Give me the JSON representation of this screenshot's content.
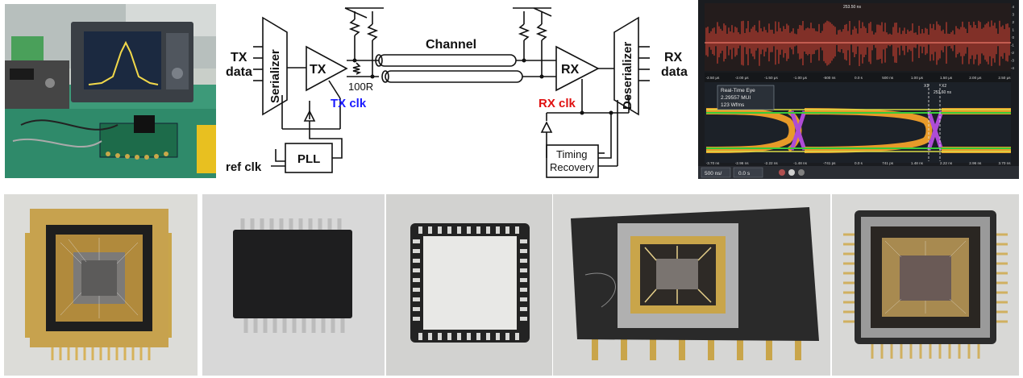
{
  "diagram": {
    "labels": {
      "tx_data_1": "TX",
      "tx_data_2": "data",
      "serializer": "Serializer",
      "tx": "TX",
      "resistor": "100R",
      "tx_clk": "TX clk",
      "channel": "Channel",
      "pll": "PLL",
      "ref_clk": "ref clk",
      "rx": "RX",
      "rx_clk": "RX clk",
      "deserializer": "Deserializer",
      "rx_data_1": "RX",
      "rx_data_2": "data",
      "timing_1": "Timing",
      "timing_2": "Recovery"
    },
    "colors": {
      "tx_clk": "#1a1aff",
      "rx_clk": "#e01010"
    }
  },
  "scope": {
    "top_axis": [
      "-2.50 μs",
      "-2.00 μs",
      "-1.50 μs",
      "-1.00 μs",
      "-500 ns",
      "0.0 s",
      "500 ns",
      "1.00 μs",
      "1.50 μs",
      "2.00 μs",
      "2.50 μs"
    ],
    "top_marker": "253.50 ns",
    "eye_box_1": "Real-Time Eye",
    "eye_box_2": "2.29557 MUI",
    "eye_box_3": "123 Wfms",
    "bottom_axis": [
      "-3.70 ns",
      "-2.96 ns",
      "-2.22 ns",
      "-1.48 ns",
      "-741 ps",
      "0.0 s",
      "741 ps",
      "1.48 ns",
      "2.22 ns",
      "2.96 ns",
      "3.70 ns"
    ],
    "timebase": "500 ns/",
    "delay": "0.0 s",
    "right_labels": [
      "4",
      "3",
      "2",
      "1",
      "0",
      "-1",
      "-2",
      "-3",
      "-4"
    ],
    "cursor_labels": [
      "X1",
      "X2"
    ],
    "cursor_readout": "253.60 ns"
  }
}
